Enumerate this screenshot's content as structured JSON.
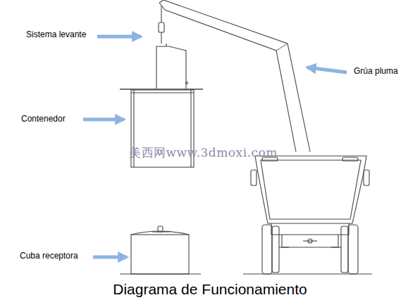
{
  "diagram": {
    "caption": "Diagrama de Funcionamiento",
    "labels": [
      "Sistema levante",
      "Contenedor",
      "Cuba receptora",
      "Grúa pluma",
      "美西网www.3dmoxi.com"
    ]
  }
}
